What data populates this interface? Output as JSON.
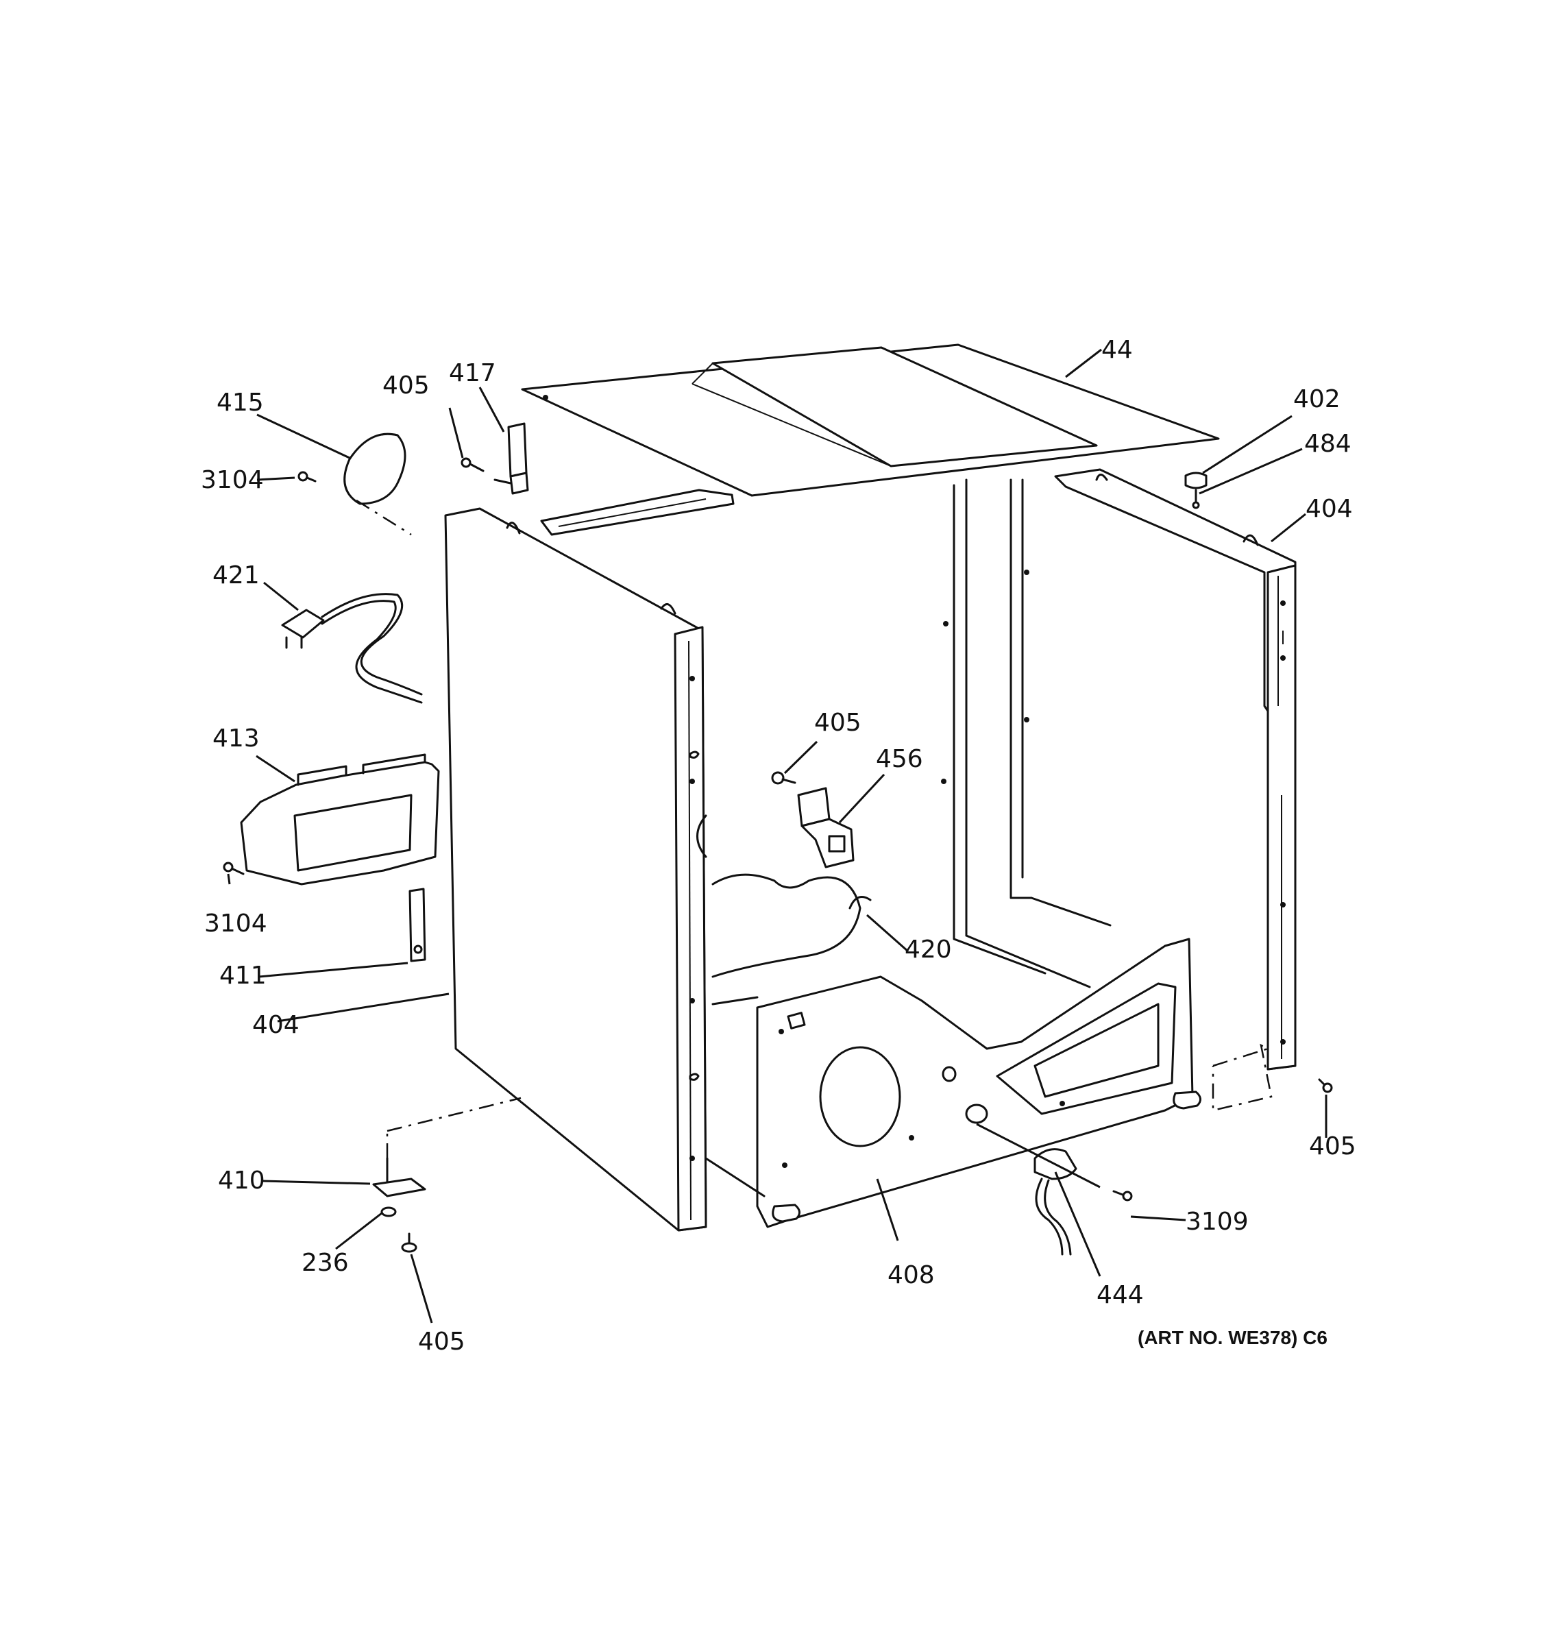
{
  "diagram": {
    "art_number": "(ART NO. WE378) C6",
    "parts": [
      {
        "id": "lbl-44",
        "text": "44"
      },
      {
        "id": "lbl-402",
        "text": "402"
      },
      {
        "id": "lbl-484",
        "text": "484"
      },
      {
        "id": "lbl-404-right",
        "text": "404"
      },
      {
        "id": "lbl-415",
        "text": "415"
      },
      {
        "id": "lbl-405-top",
        "text": "405"
      },
      {
        "id": "lbl-417",
        "text": "417"
      },
      {
        "id": "lbl-3104-top",
        "text": "3104"
      },
      {
        "id": "lbl-421",
        "text": "421"
      },
      {
        "id": "lbl-413",
        "text": "413"
      },
      {
        "id": "lbl-3104-bottom",
        "text": "3104"
      },
      {
        "id": "lbl-411",
        "text": "411"
      },
      {
        "id": "lbl-404-left",
        "text": "404"
      },
      {
        "id": "lbl-405-middle",
        "text": "405"
      },
      {
        "id": "lbl-456",
        "text": "456"
      },
      {
        "id": "lbl-420",
        "text": "420"
      },
      {
        "id": "lbl-405-right",
        "text": "405"
      },
      {
        "id": "lbl-410",
        "text": "410"
      },
      {
        "id": "lbl-236",
        "text": "236"
      },
      {
        "id": "lbl-405-bottom",
        "text": "405"
      },
      {
        "id": "lbl-408",
        "text": "408"
      },
      {
        "id": "lbl-3109",
        "text": "3109"
      },
      {
        "id": "lbl-444",
        "text": "444"
      }
    ]
  }
}
